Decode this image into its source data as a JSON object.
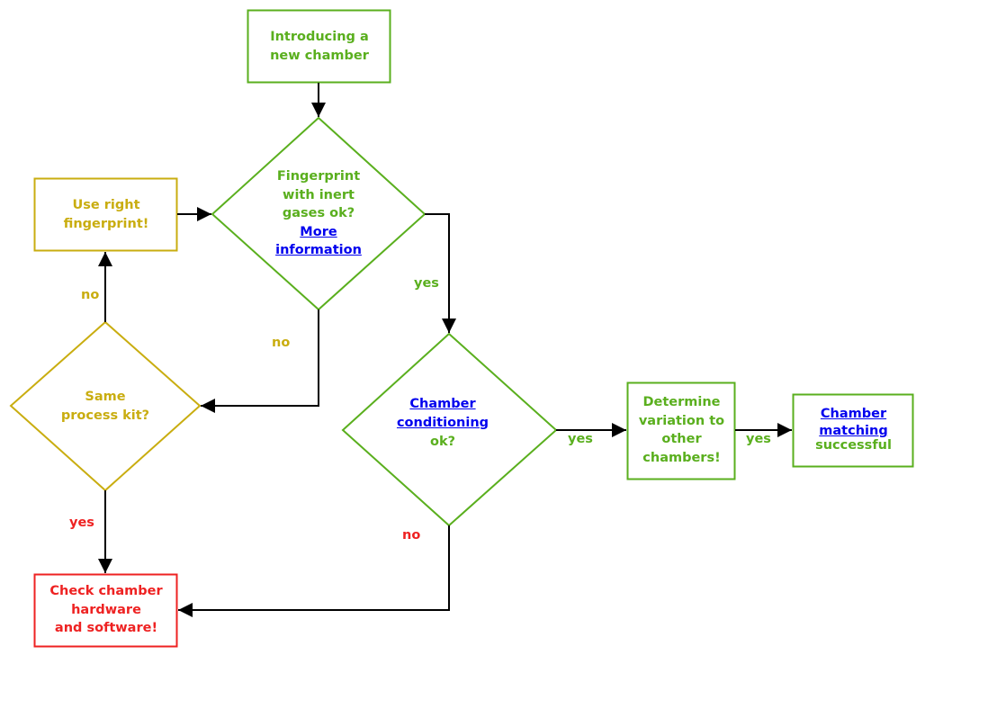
{
  "colors": {
    "primary_path": "#5aaf1e",
    "alternate_path": "#c9ad10",
    "failure_path": "#ee2222",
    "link": "#0000ee",
    "connector": "#000000"
  },
  "nodes": {
    "start": {
      "lines": [
        "Introducing a",
        "new chamber"
      ]
    },
    "fingerprint_check": {
      "lines": [
        "Fingerprint",
        "with inert",
        "gases ok?"
      ],
      "link_lines": [
        "More",
        "information"
      ]
    },
    "use_right_fingerprint": {
      "lines": [
        "Use right",
        "fingerprint!"
      ]
    },
    "same_process_kit": {
      "lines": [
        "Same",
        "process kit?"
      ]
    },
    "check_hardware": {
      "lines": [
        "Check chamber",
        "hardware",
        "and software!"
      ]
    },
    "conditioning_check": {
      "link_lines": [
        "Chamber",
        "conditioning"
      ],
      "lines": [
        "ok?"
      ]
    },
    "determine_variation": {
      "lines": [
        "Determine",
        "variation to",
        "other",
        "chambers!"
      ]
    },
    "matching_successful": {
      "link_lines": [
        "Chamber",
        "matching"
      ],
      "lines": [
        "successful"
      ]
    }
  },
  "edges": {
    "fingerprint_yes": "yes",
    "fingerprint_no": "no",
    "process_kit_no": "no",
    "process_kit_yes": "yes",
    "conditioning_yes": "yes",
    "conditioning_no": "no",
    "variation_yes": "yes"
  }
}
